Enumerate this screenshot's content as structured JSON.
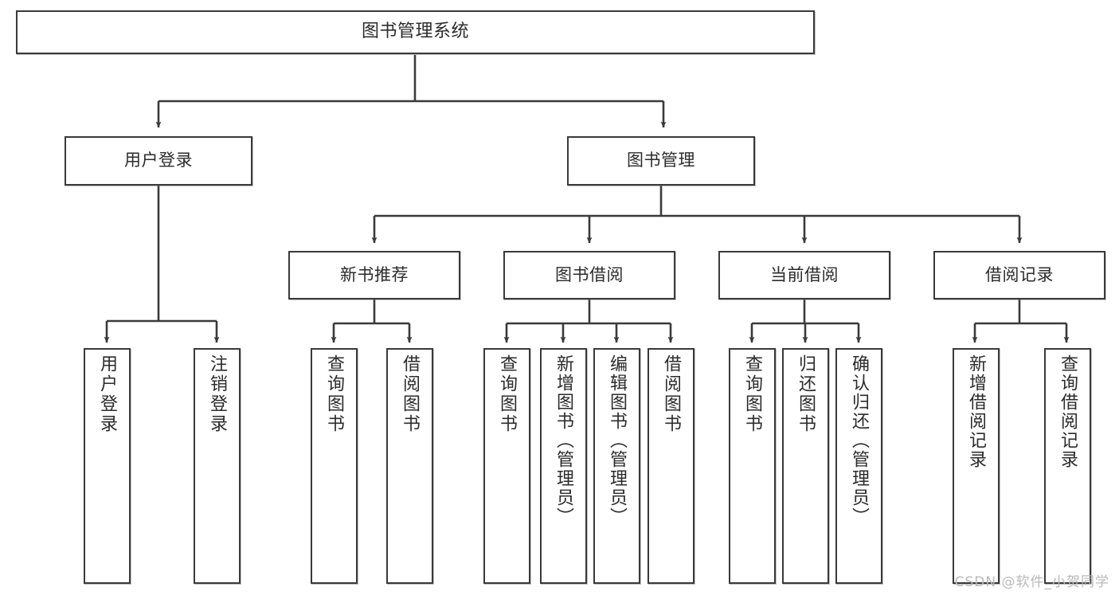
{
  "diagram": {
    "title": "图书管理系统",
    "watermark": "CSDN @软件_小贺同学",
    "style": {
      "box_border_color": "#3a3a3a",
      "box_fill": "#ffffff",
      "line_color": "#3a3a3a",
      "text_color": "#2b2b2b",
      "watermark_color": "#b9b9b9",
      "background": "#ffffff"
    },
    "root": {
      "id": "root",
      "label": "图书管理系统"
    },
    "level1": [
      {
        "id": "user-login",
        "label": "用户登录"
      },
      {
        "id": "book-manage",
        "label": "图书管理"
      }
    ],
    "level2": [
      {
        "id": "new-book-recommend",
        "label": "新书推荐"
      },
      {
        "id": "book-borrow",
        "label": "图书借阅"
      },
      {
        "id": "current-borrow",
        "label": "当前借阅"
      },
      {
        "id": "borrow-record",
        "label": "借阅记录"
      }
    ],
    "leaves": {
      "user_login": [
        {
          "id": "leaf-user-login",
          "label": "用户登录"
        },
        {
          "id": "leaf-logout-login",
          "label": "注销登录"
        }
      ],
      "new_book_recommend": [
        {
          "id": "leaf-query-book-1",
          "label": "查询图书"
        },
        {
          "id": "leaf-borrow-book-1",
          "label": "借阅图书"
        }
      ],
      "book_borrow": [
        {
          "id": "leaf-query-book-2",
          "label": "查询图书"
        },
        {
          "id": "leaf-add-book",
          "label": "新增图书（管理员）"
        },
        {
          "id": "leaf-edit-book",
          "label": "编辑图书（管理员）"
        },
        {
          "id": "leaf-borrow-book-2",
          "label": "借阅图书"
        }
      ],
      "current_borrow": [
        {
          "id": "leaf-query-book-3",
          "label": "查询图书"
        },
        {
          "id": "leaf-return-book",
          "label": "归还图书"
        },
        {
          "id": "leaf-confirm-return",
          "label": "确认归还（管理员）"
        }
      ],
      "borrow_record": [
        {
          "id": "leaf-add-record",
          "label": "新增借阅记录"
        },
        {
          "id": "leaf-query-record",
          "label": "查询借阅记录"
        }
      ]
    }
  }
}
